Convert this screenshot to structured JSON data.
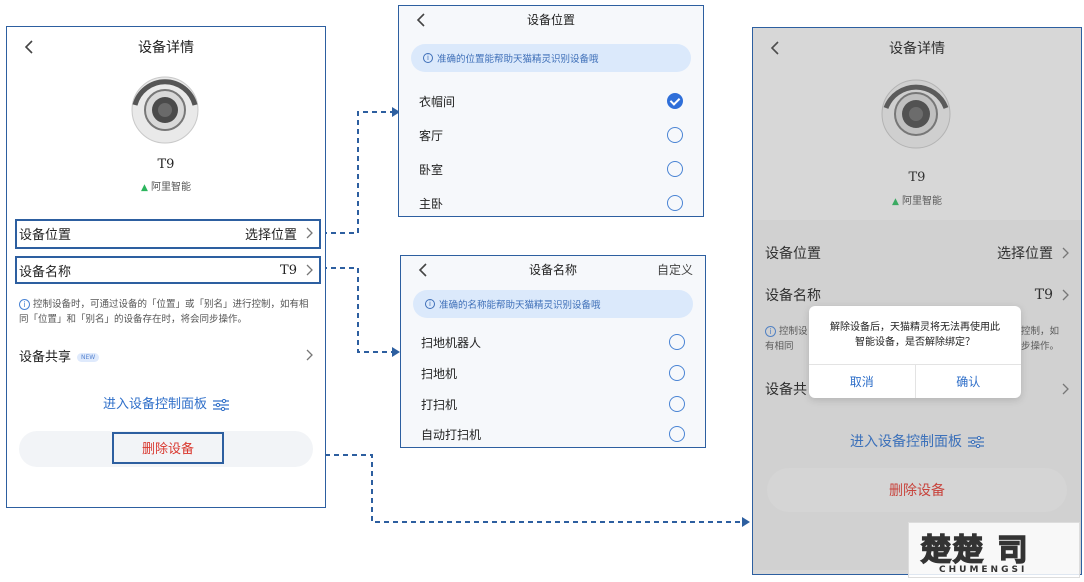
{
  "detail": {
    "title": "设备详情",
    "device_model": "T9",
    "brand": "阿里智能",
    "location_label": "设备位置",
    "location_value": "选择位置",
    "name_label": "设备名称",
    "name_value": "T9",
    "note": "控制设备时，可通过设备的「位置」或「别名」进行控制，如有相同「位置」和「别名」的设备存在时，将会同步操作。",
    "share_label": "设备共享",
    "share_badge": "NEW",
    "panel_link": "进入设备控制面板",
    "delete_label": "删除设备"
  },
  "location_screen": {
    "title": "设备位置",
    "tip": "准确的位置能帮助天猫精灵识别设备哦",
    "options": [
      {
        "label": "衣帽间",
        "selected": true
      },
      {
        "label": "客厅",
        "selected": false
      },
      {
        "label": "卧室",
        "selected": false
      },
      {
        "label": "主卧",
        "selected": false
      }
    ]
  },
  "name_screen": {
    "title": "设备名称",
    "custom": "自定义",
    "tip": "准确的名称能帮助天猫精灵识别设备哦",
    "options": [
      {
        "label": "扫地机器人",
        "selected": false
      },
      {
        "label": "扫地机",
        "selected": false
      },
      {
        "label": "打扫机",
        "selected": false
      },
      {
        "label": "自动打扫机",
        "selected": false
      }
    ]
  },
  "confirm_screen": {
    "title": "设备详情",
    "device_model": "T9",
    "brand": "阿里智能",
    "location_label": "设备位置",
    "location_value": "选择位置",
    "name_label": "设备名称",
    "name_value": "T9",
    "note_left": "控制设",
    "note_left2": "有相同",
    "note_right": "控制，如",
    "note_right2": "步操作。",
    "share_label": "设备共",
    "panel_link": "进入设备控制面板",
    "delete_label": "删除设备",
    "dialog_message_line1": "解除设备后，天猫精灵将无法再使用此",
    "dialog_message_line2": "智能设备，是否解除绑定？",
    "dialog_cancel": "取消",
    "dialog_confirm": "确认"
  },
  "watermark": {
    "big": "楚楚 司",
    "small": "CHUMENGSI"
  },
  "colors": {
    "accent": "#2f6fc9",
    "frame": "#2d5fa0",
    "danger": "#d9382f",
    "brand_green": "#2cb55d"
  }
}
